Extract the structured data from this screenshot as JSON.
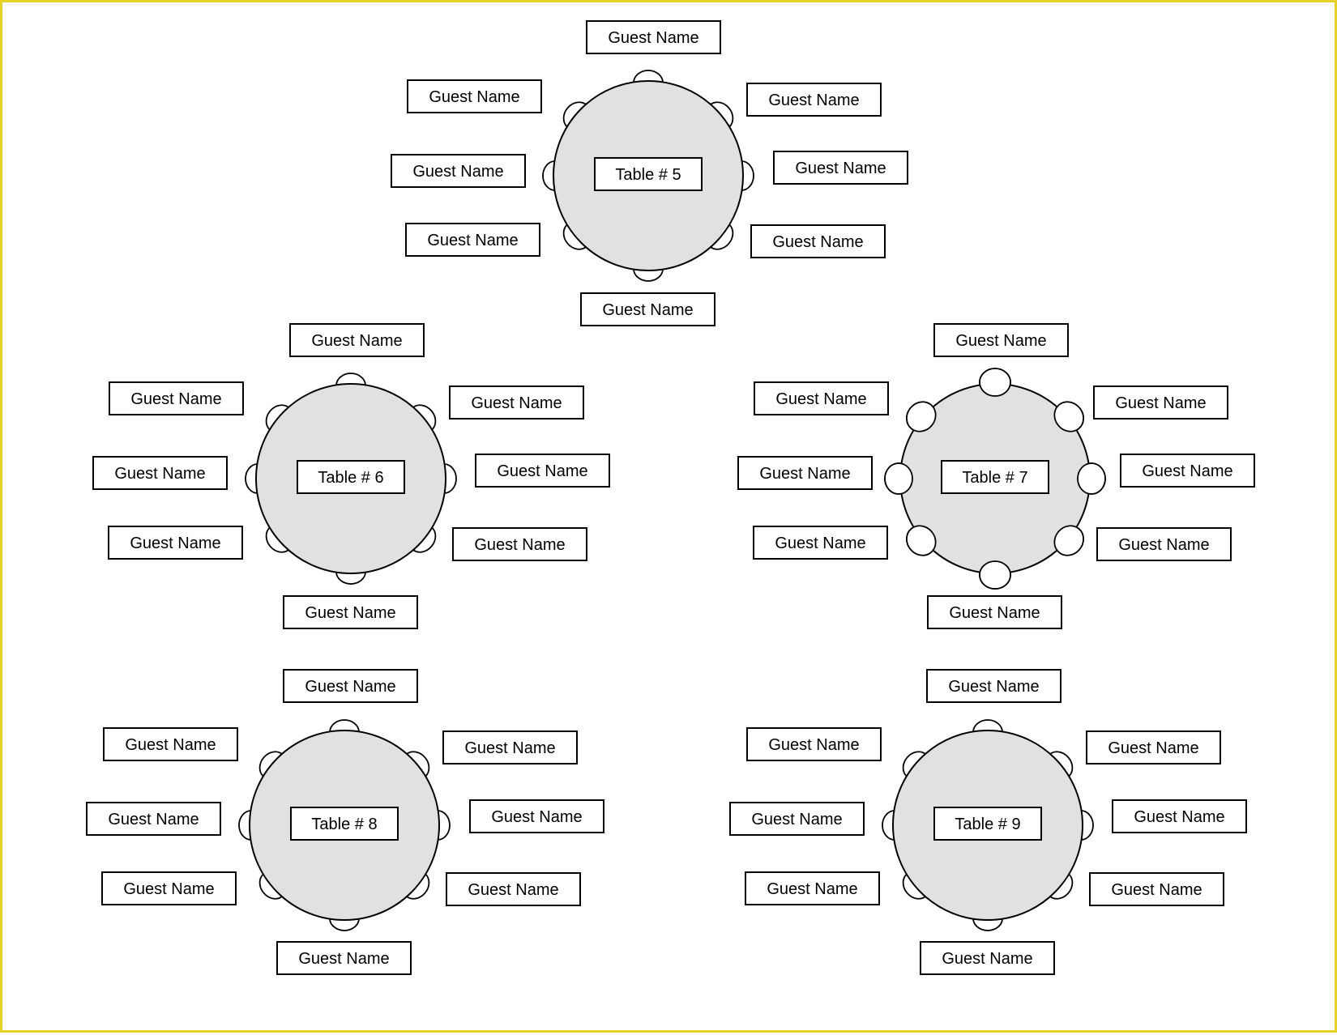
{
  "colors": {
    "border": "#e6d22a",
    "table_fill": "#e1e1e1",
    "stroke": "#000000"
  },
  "tables": [
    {
      "label": "Table # 5",
      "guests": [
        "Guest Name",
        "Guest Name",
        "Guest Name",
        "Guest Name",
        "Guest Name",
        "Guest Name",
        "Guest Name",
        "Guest Name"
      ]
    },
    {
      "label": "Table # 6",
      "guests": [
        "Guest Name",
        "Guest Name",
        "Guest Name",
        "Guest Name",
        "Guest Name",
        "Guest Name",
        "Guest Name",
        "Guest Name"
      ]
    },
    {
      "label": "Table # 7",
      "guests": [
        "Guest Name",
        "Guest Name",
        "Guest Name",
        "Guest Name",
        "Guest Name",
        "Guest Name",
        "Guest Name",
        "Guest Name"
      ]
    },
    {
      "label": "Table # 8",
      "guests": [
        "Guest Name",
        "Guest Name",
        "Guest Name",
        "Guest Name",
        "Guest Name",
        "Guest Name",
        "Guest Name",
        "Guest Name"
      ]
    },
    {
      "label": "Table # 9",
      "guests": [
        "Guest Name",
        "Guest Name",
        "Guest Name",
        "Guest Name",
        "Guest Name",
        "Guest Name",
        "Guest Name",
        "Guest Name"
      ]
    }
  ]
}
